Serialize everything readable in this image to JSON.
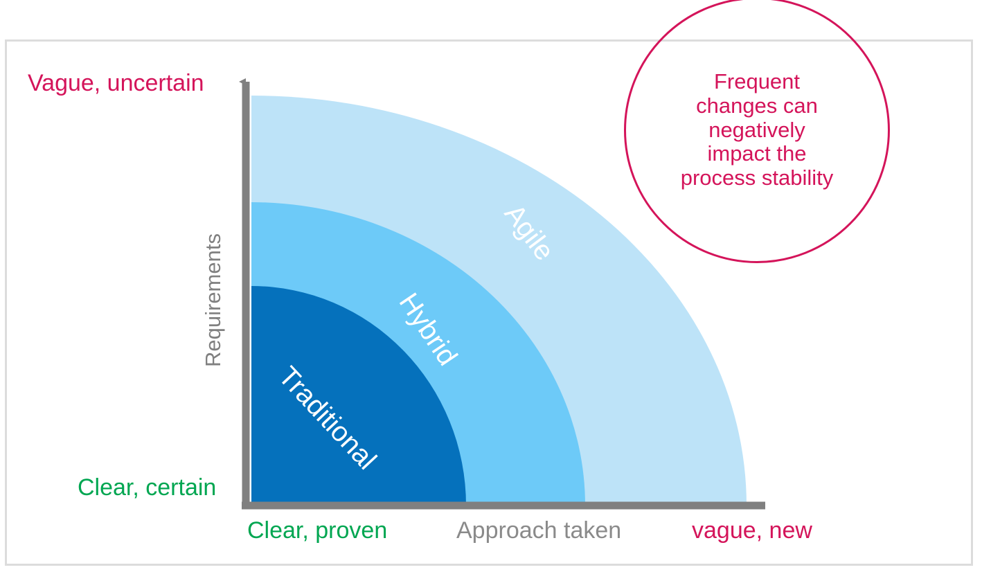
{
  "frame": {
    "border_color": "#dcdcdc"
  },
  "axes": {
    "y_axis_title": "Requirements",
    "y_axis_top_label": "Vague, uncertain",
    "y_axis_bottom_label": "Clear, certain",
    "x_axis_title": "Approach taken",
    "x_axis_left_label": "Clear, proven",
    "x_axis_right_label": "vague, new",
    "axis_color": "#808080"
  },
  "callout": {
    "text": "Frequent\nchanges can\nnegatively\nimpact the\nprocess stability",
    "color": "#D4145A"
  },
  "chart_data": {
    "type": "area",
    "title": "",
    "xlabel": "Approach taken",
    "ylabel": "Requirements",
    "grid": false,
    "legend_position": "inline-on-bands",
    "xlim": [
      0,
      1
    ],
    "ylim": [
      0,
      1
    ],
    "x_tick_labels": [
      "Clear, proven",
      "vague, new"
    ],
    "y_tick_labels": [
      "Clear, certain",
      "Vague, uncertain"
    ],
    "bands": [
      {
        "name": "Traditional",
        "color": "#0571BC",
        "radius_x_px": 310,
        "radius_y_px": 317,
        "order": 1
      },
      {
        "name": "Hybrid",
        "color": "#6DCAF8",
        "radius_x_px": 482,
        "radius_y_px": 438,
        "order": 2
      },
      {
        "name": "Agile",
        "color": "#BDE3F8",
        "radius_x_px": 715,
        "radius_y_px": 592,
        "order": 3
      }
    ],
    "annotations": [
      "Frequent changes can negatively impact the process stability"
    ]
  },
  "colors": {
    "crimson": "#D4145A",
    "green": "#00A651",
    "gray": "#808080",
    "band_dark": "#0571BC",
    "band_mid": "#6DCAF8",
    "band_light": "#BDE3F8"
  }
}
